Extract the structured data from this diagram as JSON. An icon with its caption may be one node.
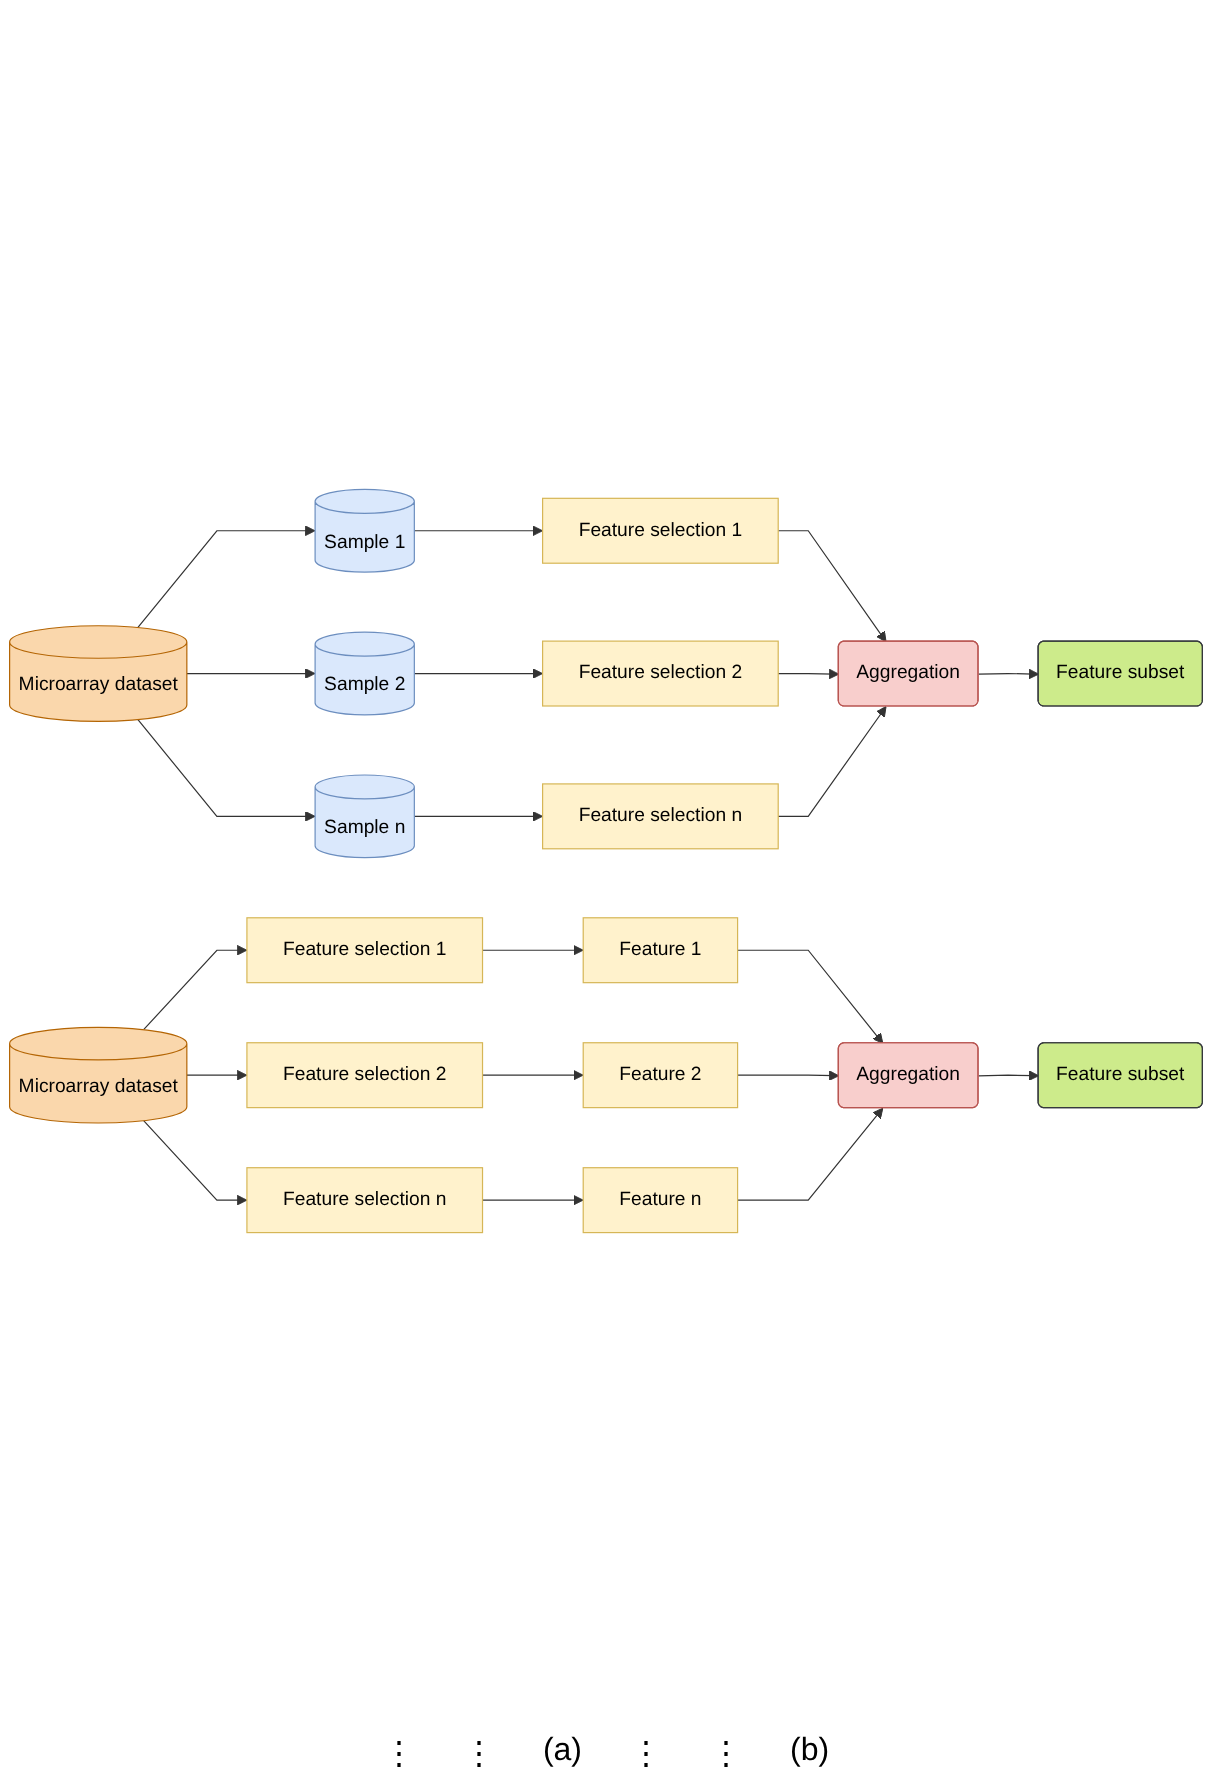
{
  "diagram": {
    "nodes": [
      {
        "text": [
          "Microarray dataset"
        ]
      },
      {
        "text": [
          "Sample 1"
        ]
      },
      {
        "text": [
          "Sample 2"
        ]
      },
      {
        "text": [
          "Sample n"
        ]
      },
      {
        "text": [
          "Feature selection 1"
        ]
      },
      {
        "text": [
          "Feature selection 2"
        ]
      },
      {
        "text": [
          "Feature selection n"
        ]
      },
      {
        "text": [
          "Aggregation"
        ]
      },
      {
        "text": [
          "Feature subset"
        ]
      },
      {
        "text": [
          "Microarray dataset"
        ]
      },
      {
        "text": [
          "Feature selection 1"
        ]
      },
      {
        "text": [
          "Feature selection 2"
        ]
      },
      {
        "text": [
          "Feature selection n"
        ]
      },
      {
        "text": [
          "Feature 1"
        ]
      },
      {
        "text": [
          "Feature 2"
        ]
      },
      {
        "text": [
          "Feature n"
        ]
      },
      {
        "text": [
          "Aggregation"
        ]
      },
      {
        "text": [
          "Feature subset"
        ]
      }
    ],
    "edges": [
      {
        "from": 0,
        "to": 1,
        "arrow": "to"
      },
      {
        "from": 0,
        "to": 2,
        "arrow": "to"
      },
      {
        "from": 0,
        "to": 3,
        "arrow": "to"
      },
      {
        "from": 1,
        "to": 4,
        "arrow": "to"
      },
      {
        "from": 2,
        "to": 5,
        "arrow": "to"
      },
      {
        "from": 3,
        "to": 6,
        "arrow": "to"
      },
      {
        "from": 4,
        "to": 7,
        "arrow": "to"
      },
      {
        "from": 5,
        "to": 7,
        "arrow": "to"
      },
      {
        "from": 6,
        "to": 7,
        "arrow": "to"
      },
      {
        "from": 7,
        "to": 8,
        "arrow": "to"
      },
      {
        "from": 9,
        "to": 10,
        "arrow": "to"
      },
      {
        "from": 9,
        "to": 11,
        "arrow": "to"
      },
      {
        "from": 9,
        "to": 12,
        "arrow": "to"
      },
      {
        "from": 10,
        "to": 13,
        "arrow": "to"
      },
      {
        "from": 11,
        "to": 14,
        "arrow": "to"
      },
      {
        "from": 12,
        "to": 15,
        "arrow": "to"
      },
      {
        "from": 13,
        "to": 16,
        "arrow": "to"
      },
      {
        "from": 14,
        "to": 16,
        "arrow": "to"
      },
      {
        "from": 15,
        "to": 16,
        "arrow": "to"
      },
      {
        "from": 16,
        "to": 17,
        "arrow": "to"
      }
    ],
    "labels": [
      "⋮",
      "⋮",
      "(a)",
      "⋮",
      "⋮",
      "(b)"
    ]
  }
}
